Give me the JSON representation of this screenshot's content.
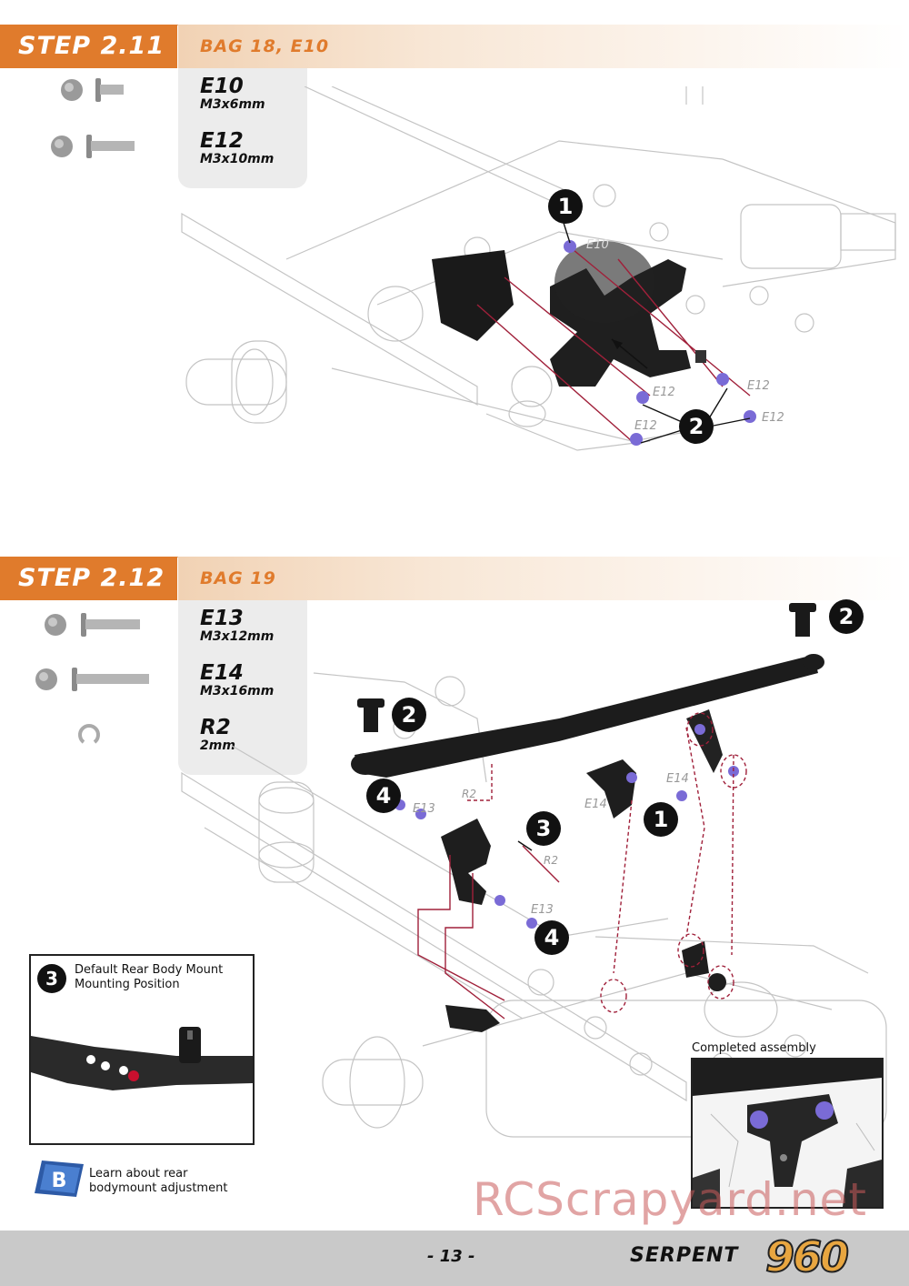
{
  "step1": {
    "title": "STEP 2.11",
    "bag": "BAG 18, E10",
    "parts": [
      {
        "code": "E10",
        "size": "M3x6mm"
      },
      {
        "code": "E12",
        "size": "M3x10mm"
      }
    ],
    "labels": {
      "e10": "E10",
      "e12": "E12",
      "n1": "1",
      "n2": "2"
    }
  },
  "step2": {
    "title": "STEP 2.12",
    "bag": "BAG 19",
    "parts": [
      {
        "code": "E13",
        "size": "M3x12mm"
      },
      {
        "code": "E14",
        "size": "M3x16mm"
      },
      {
        "code": "R2",
        "size": "2mm"
      }
    ],
    "labels": {
      "e13": "E13",
      "e14": "E14",
      "r2": "R2",
      "n1": "1",
      "n2": "2",
      "n3": "3",
      "n4": "4"
    },
    "callout": {
      "badge": "3",
      "line1": "Default Rear Body Mount",
      "line2": "Mounting Position"
    },
    "completed_label": "Completed assembly",
    "learn": {
      "line1": "Learn about rear",
      "line2": "bodymount adjustment",
      "icon_letter": "B"
    }
  },
  "footer": {
    "page": "- 13 -",
    "brand": "SERPENT",
    "model": "960"
  },
  "watermark": "RCScrapyard.net",
  "colors": {
    "accent": "#e07b2c",
    "screw": "#7a6bd6",
    "guide": "#a0203a"
  }
}
